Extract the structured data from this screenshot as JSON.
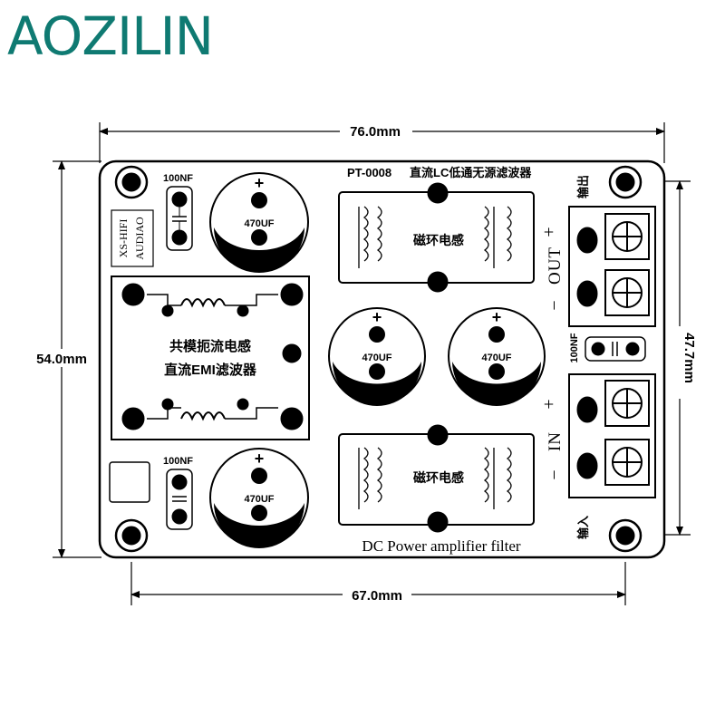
{
  "brand": {
    "text": "AOZILIN",
    "color": "#0f7a72"
  },
  "dimensions": {
    "top_width": "76.0mm",
    "bottom_width": "67.0mm",
    "left_height": "54.0mm",
    "right_height": "47.7mm"
  },
  "board": {
    "model": "PT-0008",
    "model_title": "直流LC低通无源滤波器",
    "xs_hifi": "XS-HIFI",
    "audiao": "AUDIAO",
    "footer": "DC Power amplifier filter",
    "cap_small_label": "100NF",
    "cap_large_label": "470UF",
    "plus_sign": "+",
    "inductor_label": "磁环电感",
    "emi_line1": "共模扼流电感",
    "emi_line2": "直流EMI滤波器",
    "out_label": "OUT",
    "in_label": "IN",
    "out_cn": "输出",
    "in_cn": "输入",
    "terminal_plus": "+",
    "terminal_minus": "−",
    "mid_cap_label": "100NF"
  },
  "colors": {
    "ink": "#000000",
    "board_fill": "#ffffff"
  }
}
